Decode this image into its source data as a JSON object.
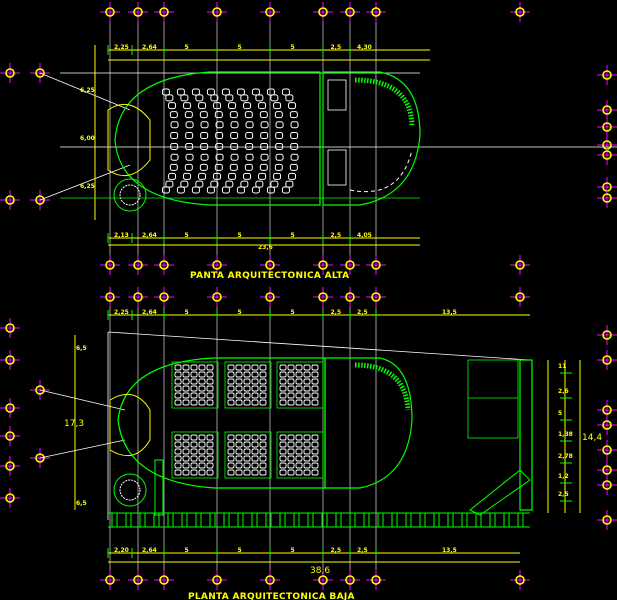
{
  "upper_plan": {
    "title": "PANTA ARQUITECTONICA ALTA",
    "top_dims": [
      "2,25",
      "2,64",
      "5",
      "5",
      "5",
      "2,5",
      "4,30"
    ],
    "bottom_dims": [
      "2,13",
      "2,64",
      "5",
      "5",
      "5",
      "2,5",
      "4,05"
    ],
    "total": "23,6",
    "left_dims": [
      "6,25",
      "6,00",
      "6,25"
    ]
  },
  "lower_plan": {
    "title": "PLANTA ARQUITECTONICA BAJA",
    "top_dims": [
      "2,25",
      "2,64",
      "5",
      "5",
      "5",
      "2,5",
      "2,5",
      "13,5"
    ],
    "bottom_dims": [
      "2,20",
      "2,64",
      "5",
      "5",
      "5",
      "2,5",
      "2,5",
      "13,5"
    ],
    "total": "38,6",
    "left_total": "17,3",
    "left_dims": [
      "6,5",
      "6,5"
    ],
    "right_total": "14,4",
    "right_dims": [
      "11",
      "2,6",
      "5",
      "1,38",
      "2,78",
      "1,2",
      "2,5"
    ]
  },
  "colors": {
    "background": "#000000",
    "dims": "#ffff00",
    "walls": "#00ff00",
    "axis": "#ff00ff",
    "seats": "#ffffff"
  }
}
